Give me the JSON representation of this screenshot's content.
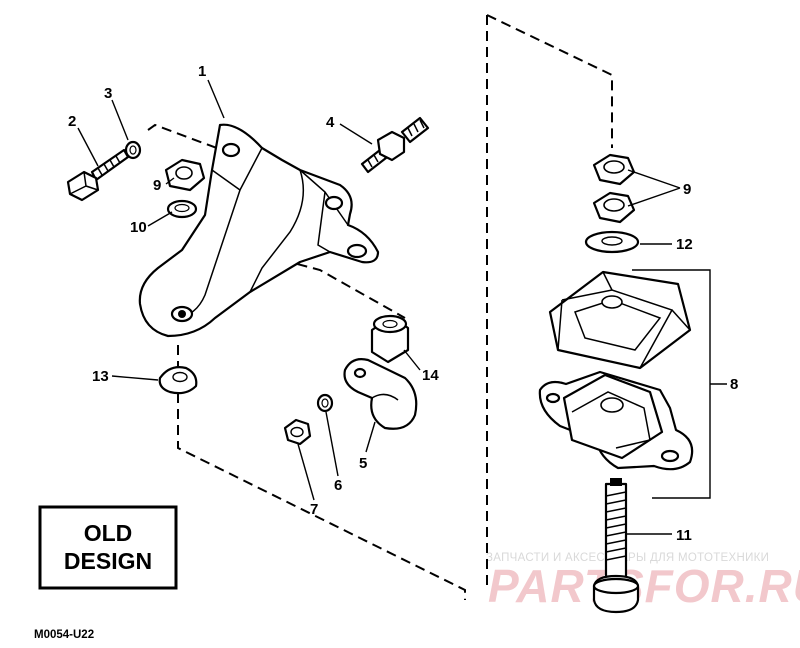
{
  "labels": {
    "n1": "1",
    "n2": "2",
    "n3": "3",
    "n4": "4",
    "n5": "5",
    "n6": "6",
    "n7": "7",
    "n8": "8",
    "n9a": "9",
    "n9b": "9",
    "n10": "10",
    "n11": "11",
    "n12": "12",
    "n13": "13",
    "n14": "14"
  },
  "box": {
    "line1": "OLD",
    "line2": "DESIGN"
  },
  "figure_code": "M0054-U22",
  "watermark": {
    "tagline": "ЗАПЧАСТИ И АКСЕССУАРЫ ДЛЯ МОТОТЕХНИКИ",
    "logo": "PARTSFOR.RU"
  }
}
